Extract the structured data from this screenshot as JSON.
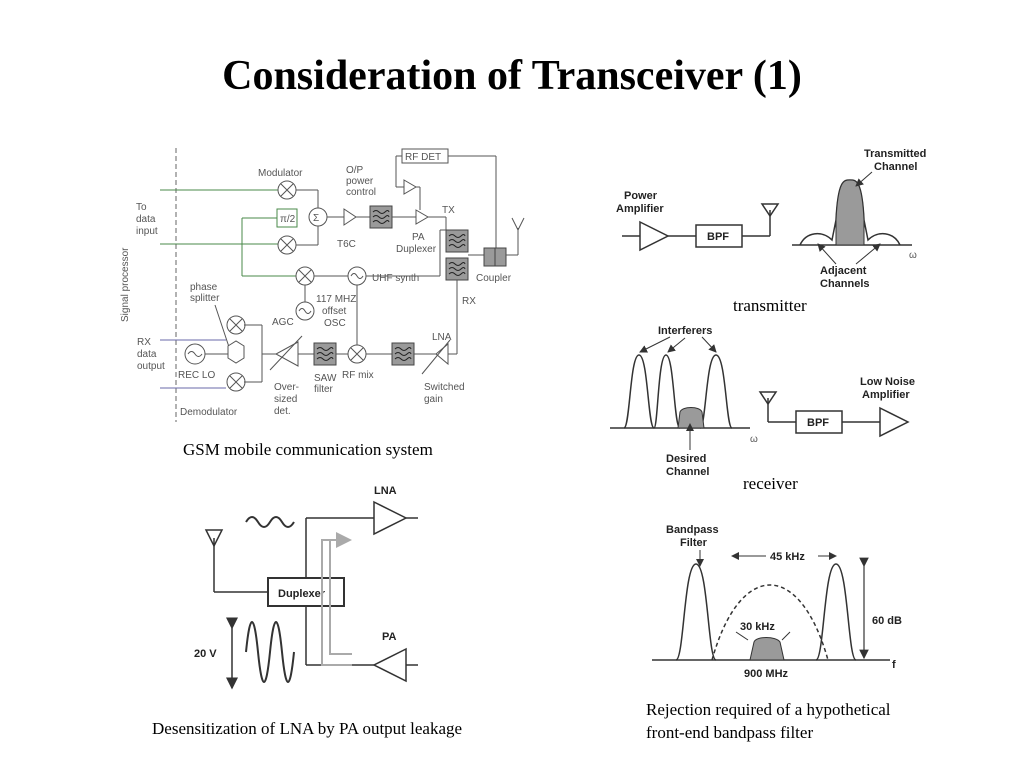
{
  "title": "Consideration of Transceiver (1)",
  "captions": {
    "gsm": "GSM mobile communication system",
    "transmitter": "transmitter",
    "receiver": "receiver",
    "desense": "Desensitization of LNA by PA output leakage",
    "rejection_line1": "Rejection required of a hypothetical",
    "rejection_line2": "front-end bandpass filter"
  },
  "gsm_labels": {
    "modulator": "Modulator",
    "op_line1": "O/P",
    "op_line2": "power",
    "op_line3": "control",
    "rf_det": "RF DET",
    "to_data_input_1": "To",
    "to_data_input_2": "data",
    "to_data_input_3": "input",
    "pi2": "π/2",
    "sigma": "Σ",
    "t6c": "T6C",
    "pa_duplexer_1": "PA",
    "pa_duplexer_2": "Duplexer",
    "tx": "TX",
    "rx": "RX",
    "coupler": "Coupler",
    "uhf_synth": "UHF synth",
    "offset_1": "117 MHZ",
    "offset_2": "offset",
    "offset_3": "OSC",
    "signal_processor": "Signal processor",
    "phase_1": "phase",
    "phase_2": "splitter",
    "agc": "AGC",
    "rx_data_1": "RX",
    "rx_data_2": "data",
    "rx_data_3": "output",
    "rec_lo": "REC LO",
    "saw_1": "SAW",
    "saw_2": "filter",
    "rf_mix": "RF mix",
    "lna": "LNA",
    "switched_1": "Switched",
    "switched_2": "gain",
    "over_1": "Over-",
    "over_2": "sized",
    "over_3": "det.",
    "demodulator": "Demodulator"
  },
  "tx_labels": {
    "power_amp_1": "Power",
    "power_amp_2": "Amplifier",
    "bpf": "BPF",
    "transmitted_1": "Transmitted",
    "transmitted_2": "Channel",
    "adjacent_1": "Adjacent",
    "adjacent_2": "Channels",
    "omega": "ω"
  },
  "rx_labels": {
    "interferers": "Interferers",
    "desired_1": "Desired",
    "desired_2": "Channel",
    "omega": "ω",
    "bpf": "BPF",
    "lna_1": "Low Noise",
    "lna_2": "Amplifier"
  },
  "desense_labels": {
    "lna": "LNA",
    "duplexer": "Duplexer",
    "pa": "PA",
    "voltage": "20 V"
  },
  "filter_labels": {
    "bandpass_1": "Bandpass",
    "bandpass_2": "Filter",
    "khz45": "45 kHz",
    "khz30": "30 kHz",
    "db60": "60 dB",
    "f": "f",
    "mhz900": "900 MHz"
  }
}
